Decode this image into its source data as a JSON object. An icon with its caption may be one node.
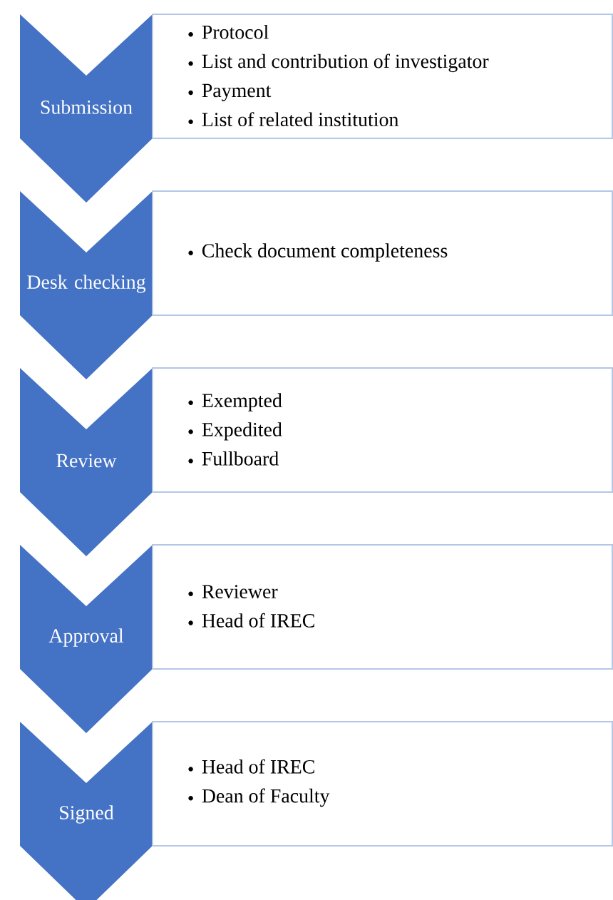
{
  "diagram": {
    "nodes": [
      {
        "text": [
          "Submission"
        ]
      },
      {
        "text": [
          "Protocol",
          "List and contribution of investigator",
          "Payment",
          "List of related institution"
        ]
      },
      {
        "text": [
          "Desk checking"
        ]
      },
      {
        "text": [
          "Check document completeness"
        ]
      },
      {
        "text": [
          "Review"
        ]
      },
      {
        "text": [
          "Exempted",
          "Expedited",
          "Fullboard"
        ]
      },
      {
        "text": [
          "Approval"
        ]
      },
      {
        "text": [
          "Reviewer",
          "Head of IREC"
        ]
      },
      {
        "text": [
          "Signed"
        ]
      },
      {
        "text": [
          "Head of IREC",
          "Dean of Faculty"
        ]
      }
    ]
  }
}
